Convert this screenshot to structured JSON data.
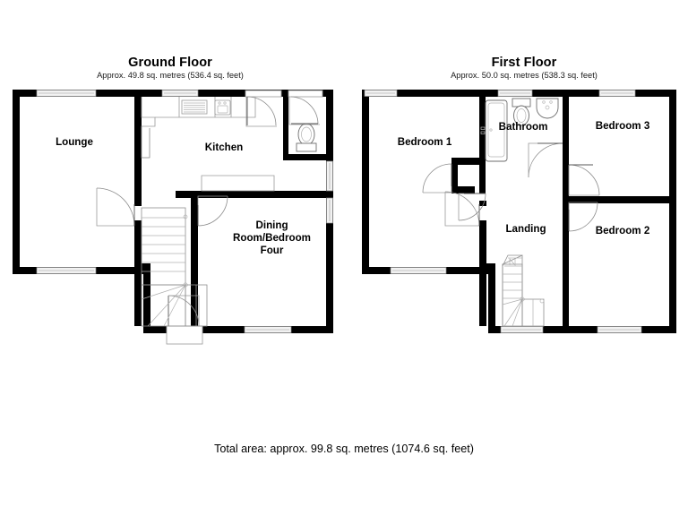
{
  "document": {
    "type": "floor-plan",
    "total_area_text": "Total area: approx. 99.8 sq. metres (1074.6 sq. feet)"
  },
  "ground_floor": {
    "title": "Ground Floor",
    "subtitle": "Approx. 49.8 sq. metres (536.4 sq. feet)",
    "rooms": [
      {
        "name": "lounge",
        "label": "Lounge"
      },
      {
        "name": "kitchen",
        "label": "Kitchen"
      },
      {
        "name": "dining-room-bedroom-four",
        "label": "Dining\nRoom/Bedroom\nFour"
      }
    ],
    "fixtures": [
      "kitchen-counter",
      "kitchen-sink",
      "kitchen-hob",
      "wc-toilet",
      "staircase-up"
    ]
  },
  "first_floor": {
    "title": "First Floor",
    "subtitle": "Approx. 50.0 sq. metres (538.3 sq. feet)",
    "rooms": [
      {
        "name": "bedroom-1",
        "label": "Bedroom 1"
      },
      {
        "name": "bathroom",
        "label": "Bathroom"
      },
      {
        "name": "bedroom-3",
        "label": "Bedroom 3"
      },
      {
        "name": "landing",
        "label": "Landing"
      },
      {
        "name": "bedroom-2",
        "label": "Bedroom 2"
      }
    ],
    "fixtures": [
      "bath-tub",
      "toilet",
      "wash-basin",
      "airing-cupboard",
      "staircase-down"
    ]
  },
  "colors": {
    "wall": "#000000",
    "background": "#ffffff",
    "fixture_stroke": "#9a9a9a",
    "door_arc": "#8c8c8c",
    "text": "#000000"
  }
}
